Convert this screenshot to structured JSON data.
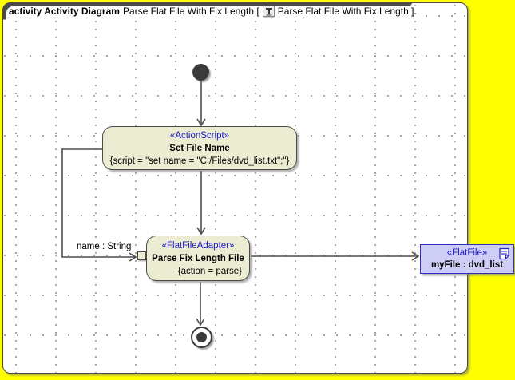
{
  "title": {
    "kind_and_name": "activity Activity Diagram",
    "header_text": "Parse Flat File With Fix Length [",
    "context_text": "Parse Flat File With Fix Length ]"
  },
  "nodes": {
    "set_file_name": {
      "stereotype": "«ActionScript»",
      "name": "Set File Name",
      "spec": "{script = \"set name = \"C:/Files/dvd_list.txt\";\"}"
    },
    "parse_fix_length_file": {
      "stereotype": "«FlatFileAdapter»",
      "name": "Parse Fix Length File",
      "spec": "{action = parse}"
    },
    "my_file": {
      "stereotype": "«FlatFile»",
      "name": "myFile : dvd_list"
    }
  },
  "edge_labels": {
    "object_flow_pin": "name : String"
  },
  "icons": {
    "activity_diagram_icon": "activity-diagram-glyph",
    "flat_file_document_icon": "document-with-folded-corner"
  },
  "colors": {
    "outside_background": "#FFFF00",
    "canvas": "#FFFFFF",
    "grid_dot": "#9B9B9B",
    "action_fill": "#ECECD3",
    "action_border": "#4A4A4A",
    "stereotype_text": "#1A1ACD",
    "object_fill": "#CDCDF6",
    "object_border": "#2E2EC0",
    "edge": "#4D4D4D"
  }
}
